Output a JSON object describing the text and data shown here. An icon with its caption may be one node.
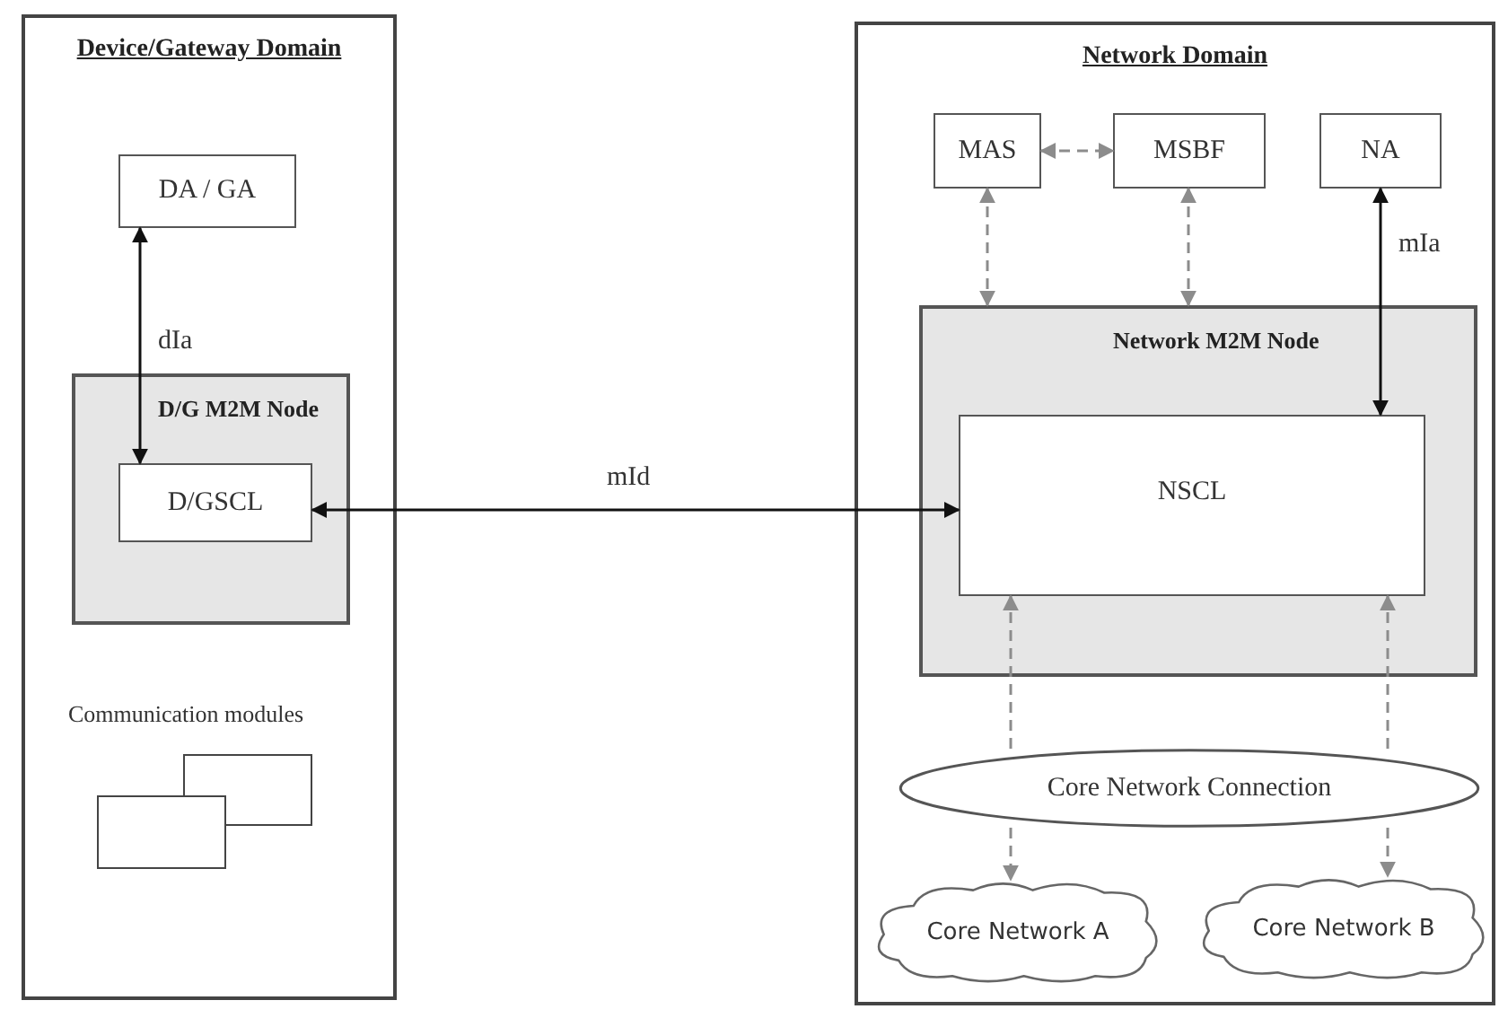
{
  "diagram": {
    "nodes": [
      {
        "text": [
          "Device/Gateway Domain"
        ]
      },
      {
        "text": [
          "DA / GA"
        ],
        "in": 0
      },
      {
        "text": [
          "D/G M2M Node"
        ],
        "in": 0
      },
      {
        "text": [
          "D/GSCL"
        ],
        "in": 2
      },
      {
        "text": [],
        "shape": "box",
        "in": 0
      },
      {
        "text": [],
        "shape": "box",
        "in": 0
      },
      {
        "text": [
          "Network Domain"
        ]
      },
      {
        "text": [
          "MAS"
        ],
        "in": 6
      },
      {
        "text": [
          "MSBF"
        ],
        "in": 6
      },
      {
        "text": [
          "NA"
        ],
        "in": 6
      },
      {
        "text": [
          "Network M2M Node"
        ],
        "in": 6
      },
      {
        "text": [
          "NSCL"
        ],
        "in": 10
      },
      {
        "text": [
          "Core Network Connection"
        ],
        "in": 6
      },
      {
        "text": [
          "Core Network A"
        ],
        "in": 6
      },
      {
        "text": [
          "Core Network B"
        ],
        "in": 6
      }
    ],
    "edges": [
      {
        "from": 1,
        "to": 3,
        "arrow": "both",
        "label": "dIa",
        "color": "#111111"
      },
      {
        "from": 3,
        "to": 11,
        "arrow": "both",
        "label": "mId",
        "color": "#111111"
      },
      {
        "from": 7,
        "to": 8,
        "arrow": "both",
        "style": "dashed",
        "color": "#8c8c8c"
      },
      {
        "from": 7,
        "to": 10,
        "arrow": "both",
        "style": "dashed",
        "color": "#8c8c8c"
      },
      {
        "from": 8,
        "to": 10,
        "arrow": "both",
        "style": "dashed",
        "color": "#8c8c8c"
      },
      {
        "from": 9,
        "to": 11,
        "arrow": "both",
        "label": "mIa",
        "color": "#111111"
      },
      {
        "from": 12,
        "to": 11,
        "arrow": "to",
        "style": "dashed",
        "color": "#8c8c8c"
      },
      {
        "from": 12,
        "to": 13,
        "arrow": "to",
        "style": "dashed",
        "color": "#8c8c8c"
      },
      {
        "from": 12,
        "to": 11,
        "arrow": "to",
        "style": "dashed",
        "color": "#8c8c8c"
      },
      {
        "from": 12,
        "to": 14,
        "arrow": "to",
        "style": "dashed",
        "color": "#8c8c8c"
      }
    ],
    "labels": [
      "Communication modules"
    ]
  }
}
